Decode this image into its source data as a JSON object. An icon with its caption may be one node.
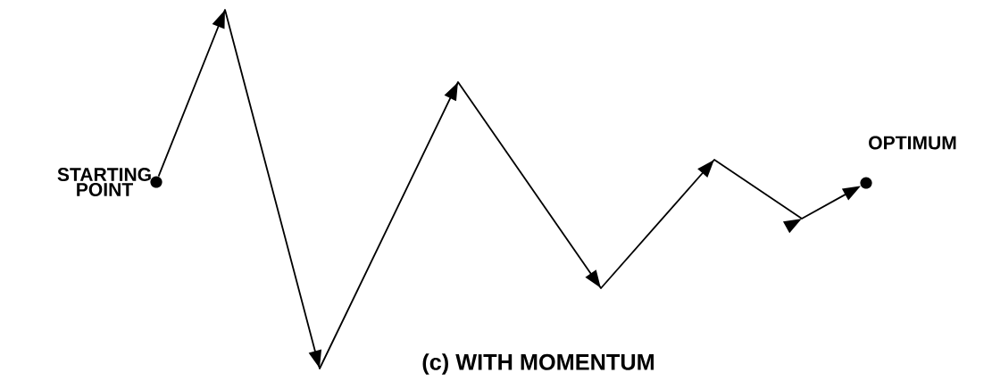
{
  "diagram": {
    "caption": "(c) WITH MOMENTUM",
    "nodes": [
      {
        "text": [],
        "shape": "circle",
        "beside": [
          "STARTING POINT"
        ]
      },
      {
        "text": [],
        "shape": "circle",
        "beside": [
          "OPTIMUM"
        ]
      }
    ],
    "edges": [
      {
        "from": 0,
        "to": 1,
        "arrow": "to"
      }
    ]
  }
}
